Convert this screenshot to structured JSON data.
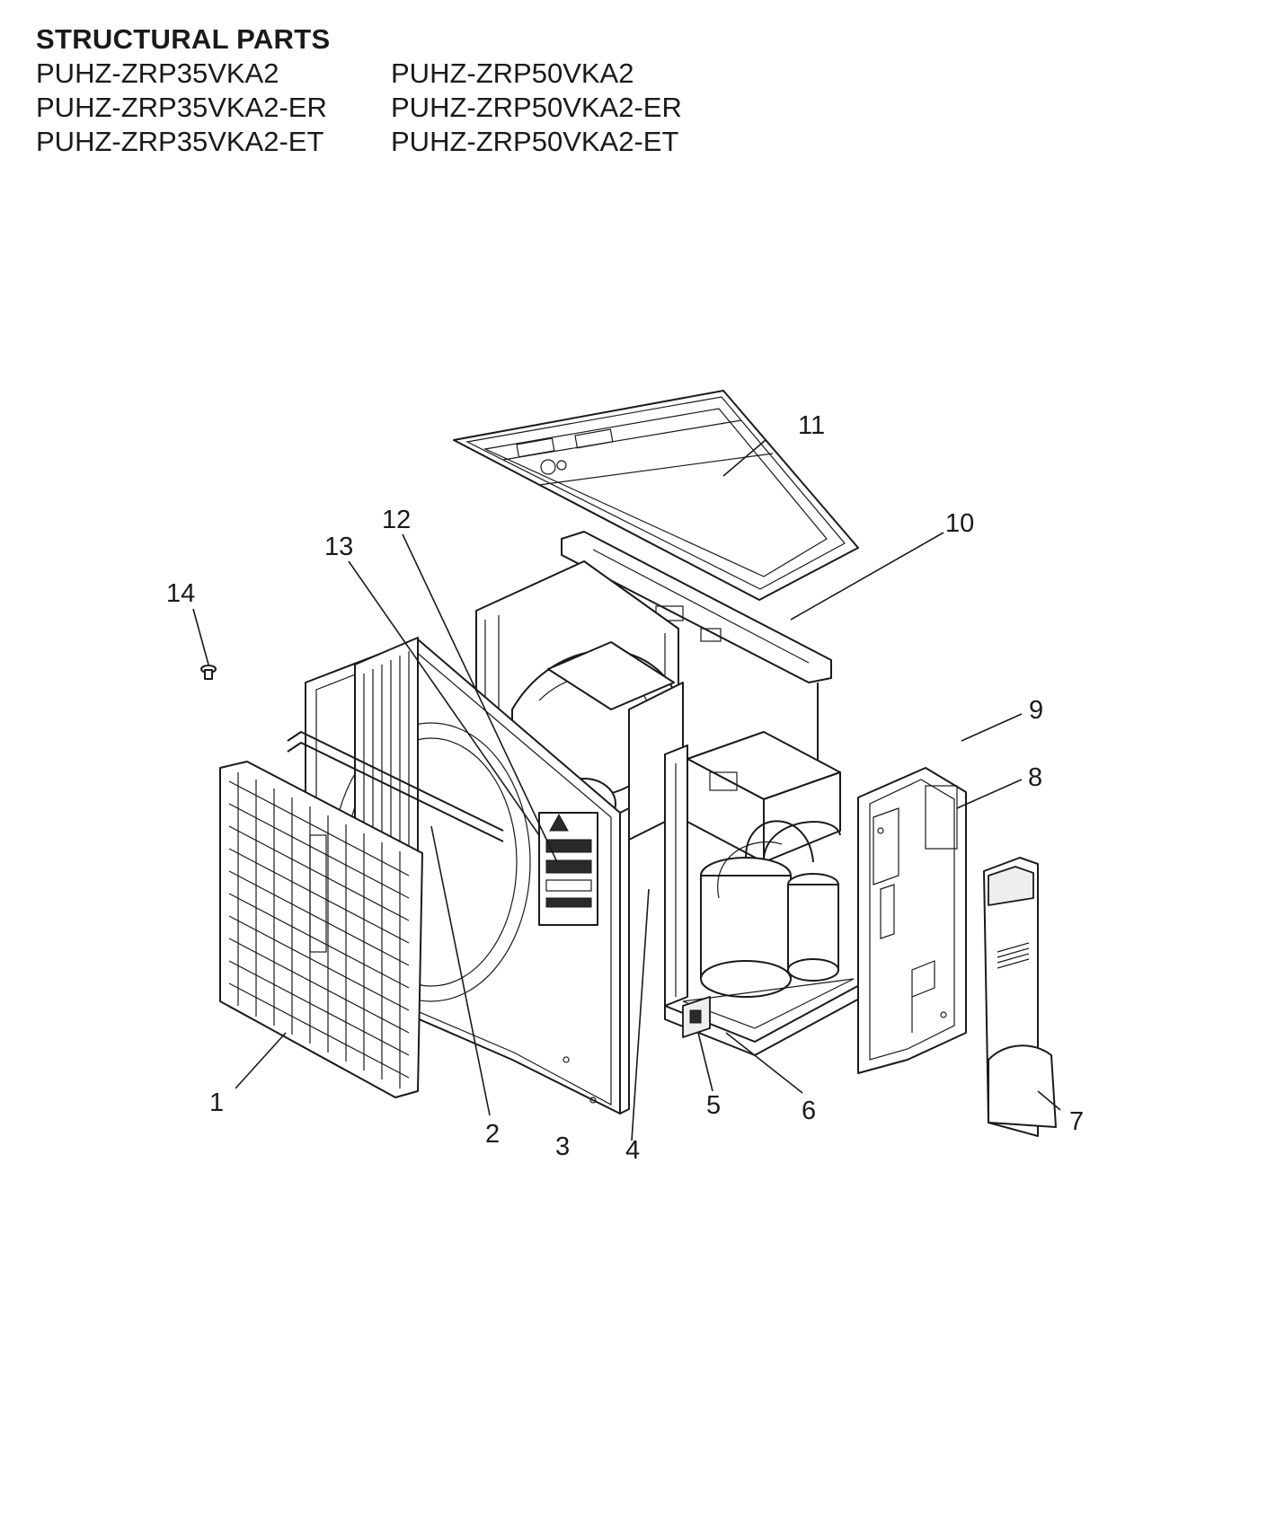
{
  "header": {
    "title": "STRUCTURAL PARTS",
    "models": [
      "PUHZ-ZRP35VKA2",
      "PUHZ-ZRP50VKA2",
      "PUHZ-ZRP35VKA2-ER",
      "PUHZ-ZRP50VKA2-ER",
      "PUHZ-ZRP35VKA2-ET",
      "PUHZ-ZRP50VKA2-ET"
    ]
  },
  "callouts": [
    "1",
    "2",
    "3",
    "4",
    "5",
    "6",
    "7",
    "8",
    "9",
    "10",
    "11",
    "12",
    "13",
    "14"
  ]
}
